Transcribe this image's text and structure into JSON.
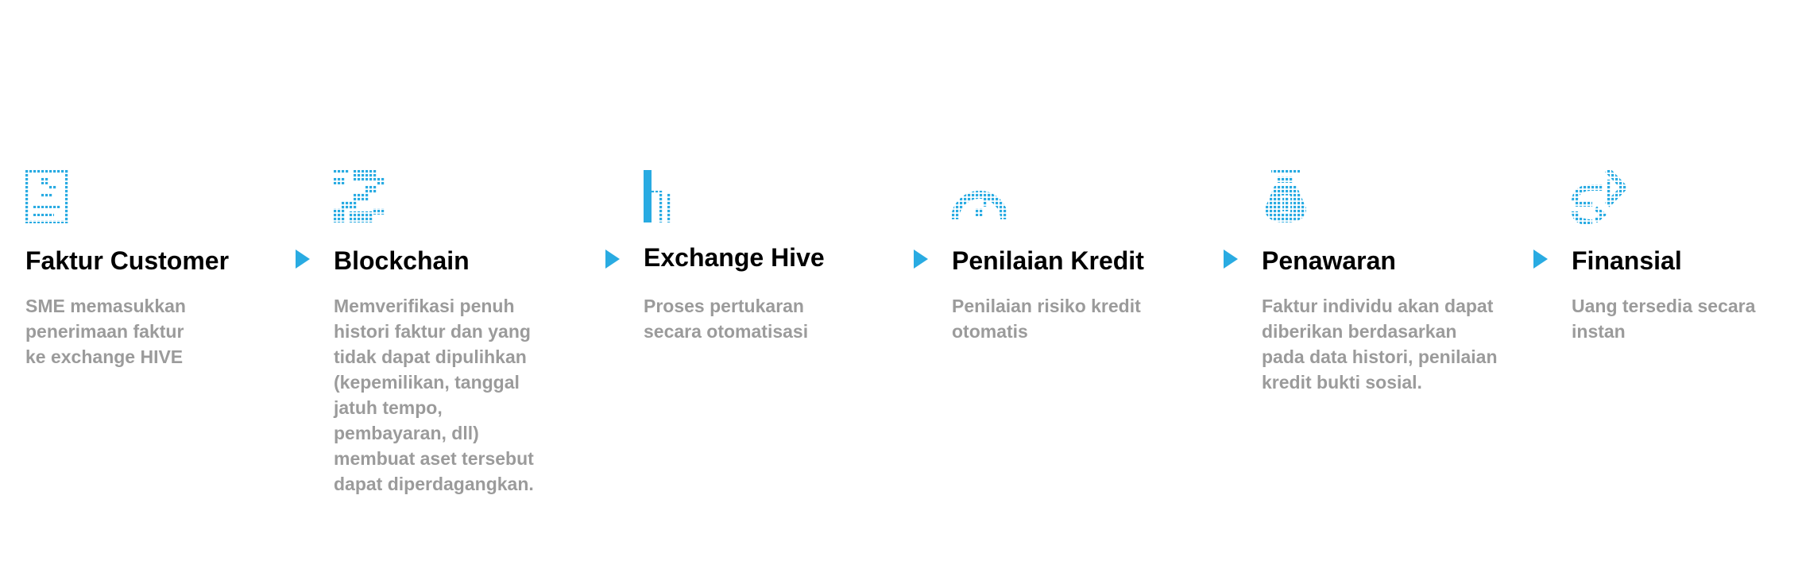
{
  "accent_color": "#29abe2",
  "title_color": "#000000",
  "description_color": "#9b9b9b",
  "steps": [
    {
      "icon": "document-icon",
      "title": "Faktur Customer",
      "description": "SME memasukkan\npenerimaan faktur\nke exchange HIVE"
    },
    {
      "icon": "blockchain-icon",
      "title": "Blockchain",
      "description": "Memverifikasi penuh\nhistori faktur dan yang\ntidak dapat dipulihkan\n(kepemilikan, tanggal\njatuh tempo,\npembayaran, dll)\nmembuat aset tersebut\ndapat diperdagangkan."
    },
    {
      "icon": "hive-logo-icon",
      "title": "Exchange Hive",
      "description": "Proses pertukaran\nsecara otomatisasi"
    },
    {
      "icon": "gauge-icon",
      "title": "Penilaian Kredit",
      "description": "Penilaian risiko kredit\notomatis"
    },
    {
      "icon": "money-bag-icon",
      "title": "Penawaran",
      "description": "Faktur individu akan dapat\ndiberikan berdasarkan\npada data histori, penilaian\nkredit bukti sosial."
    },
    {
      "icon": "currency-exchange-icon",
      "title": "Finansial",
      "description": "Uang tersedia secara\ninstan"
    }
  ]
}
